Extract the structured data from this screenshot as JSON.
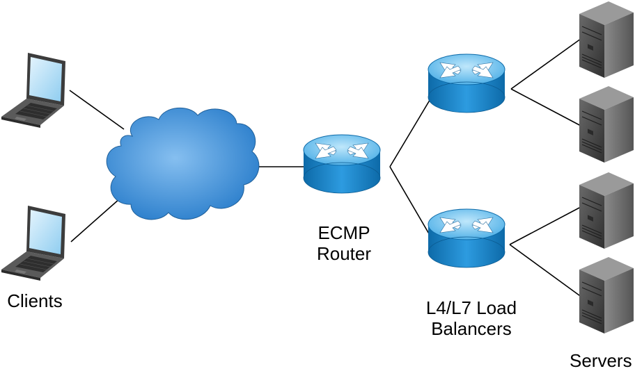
{
  "labels": {
    "clients": "Clients",
    "router_line1": "ECMP",
    "router_line2": "Router",
    "lb_line1": "L4/L7 Load",
    "lb_line2": "Balancers",
    "servers": "Servers"
  },
  "colors": {
    "router_top": "#8fd3f4",
    "router_body": "#1a87c8",
    "cloud": "#3b8fd6",
    "server": "#4a4a4a",
    "laptop_screen": "#bfe3f7",
    "link": "#000000"
  },
  "icons": {
    "client": "laptop-icon",
    "network": "cloud-icon",
    "router": "router-icon",
    "load_balancer": "router-icon",
    "server": "server-tower-icon"
  }
}
